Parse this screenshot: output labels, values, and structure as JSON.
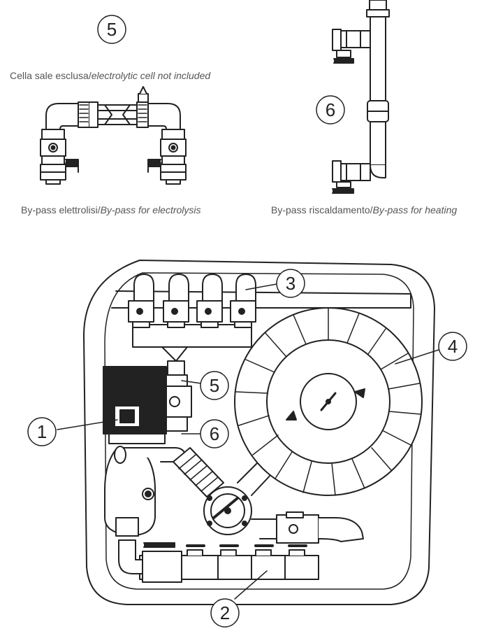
{
  "callouts": {
    "n1": "1",
    "n2": "2",
    "n3": "3",
    "n4": "4",
    "n5": "5",
    "n6": "6"
  },
  "captions": {
    "cell_excluded": "Cella sale esclusa/",
    "cell_excluded_en": "electrolytic cell not included",
    "bypass_electrolysis": "By-pass elettrolisi/",
    "bypass_electrolysis_en": "By-pass for electrolysis",
    "bypass_heating": "By-pass riscaldamento/",
    "bypass_heating_en": "By-pass for heating"
  },
  "colors": {
    "line": "#222222",
    "fill": "#ffffff",
    "dark": "#111111",
    "text": "#555555"
  }
}
